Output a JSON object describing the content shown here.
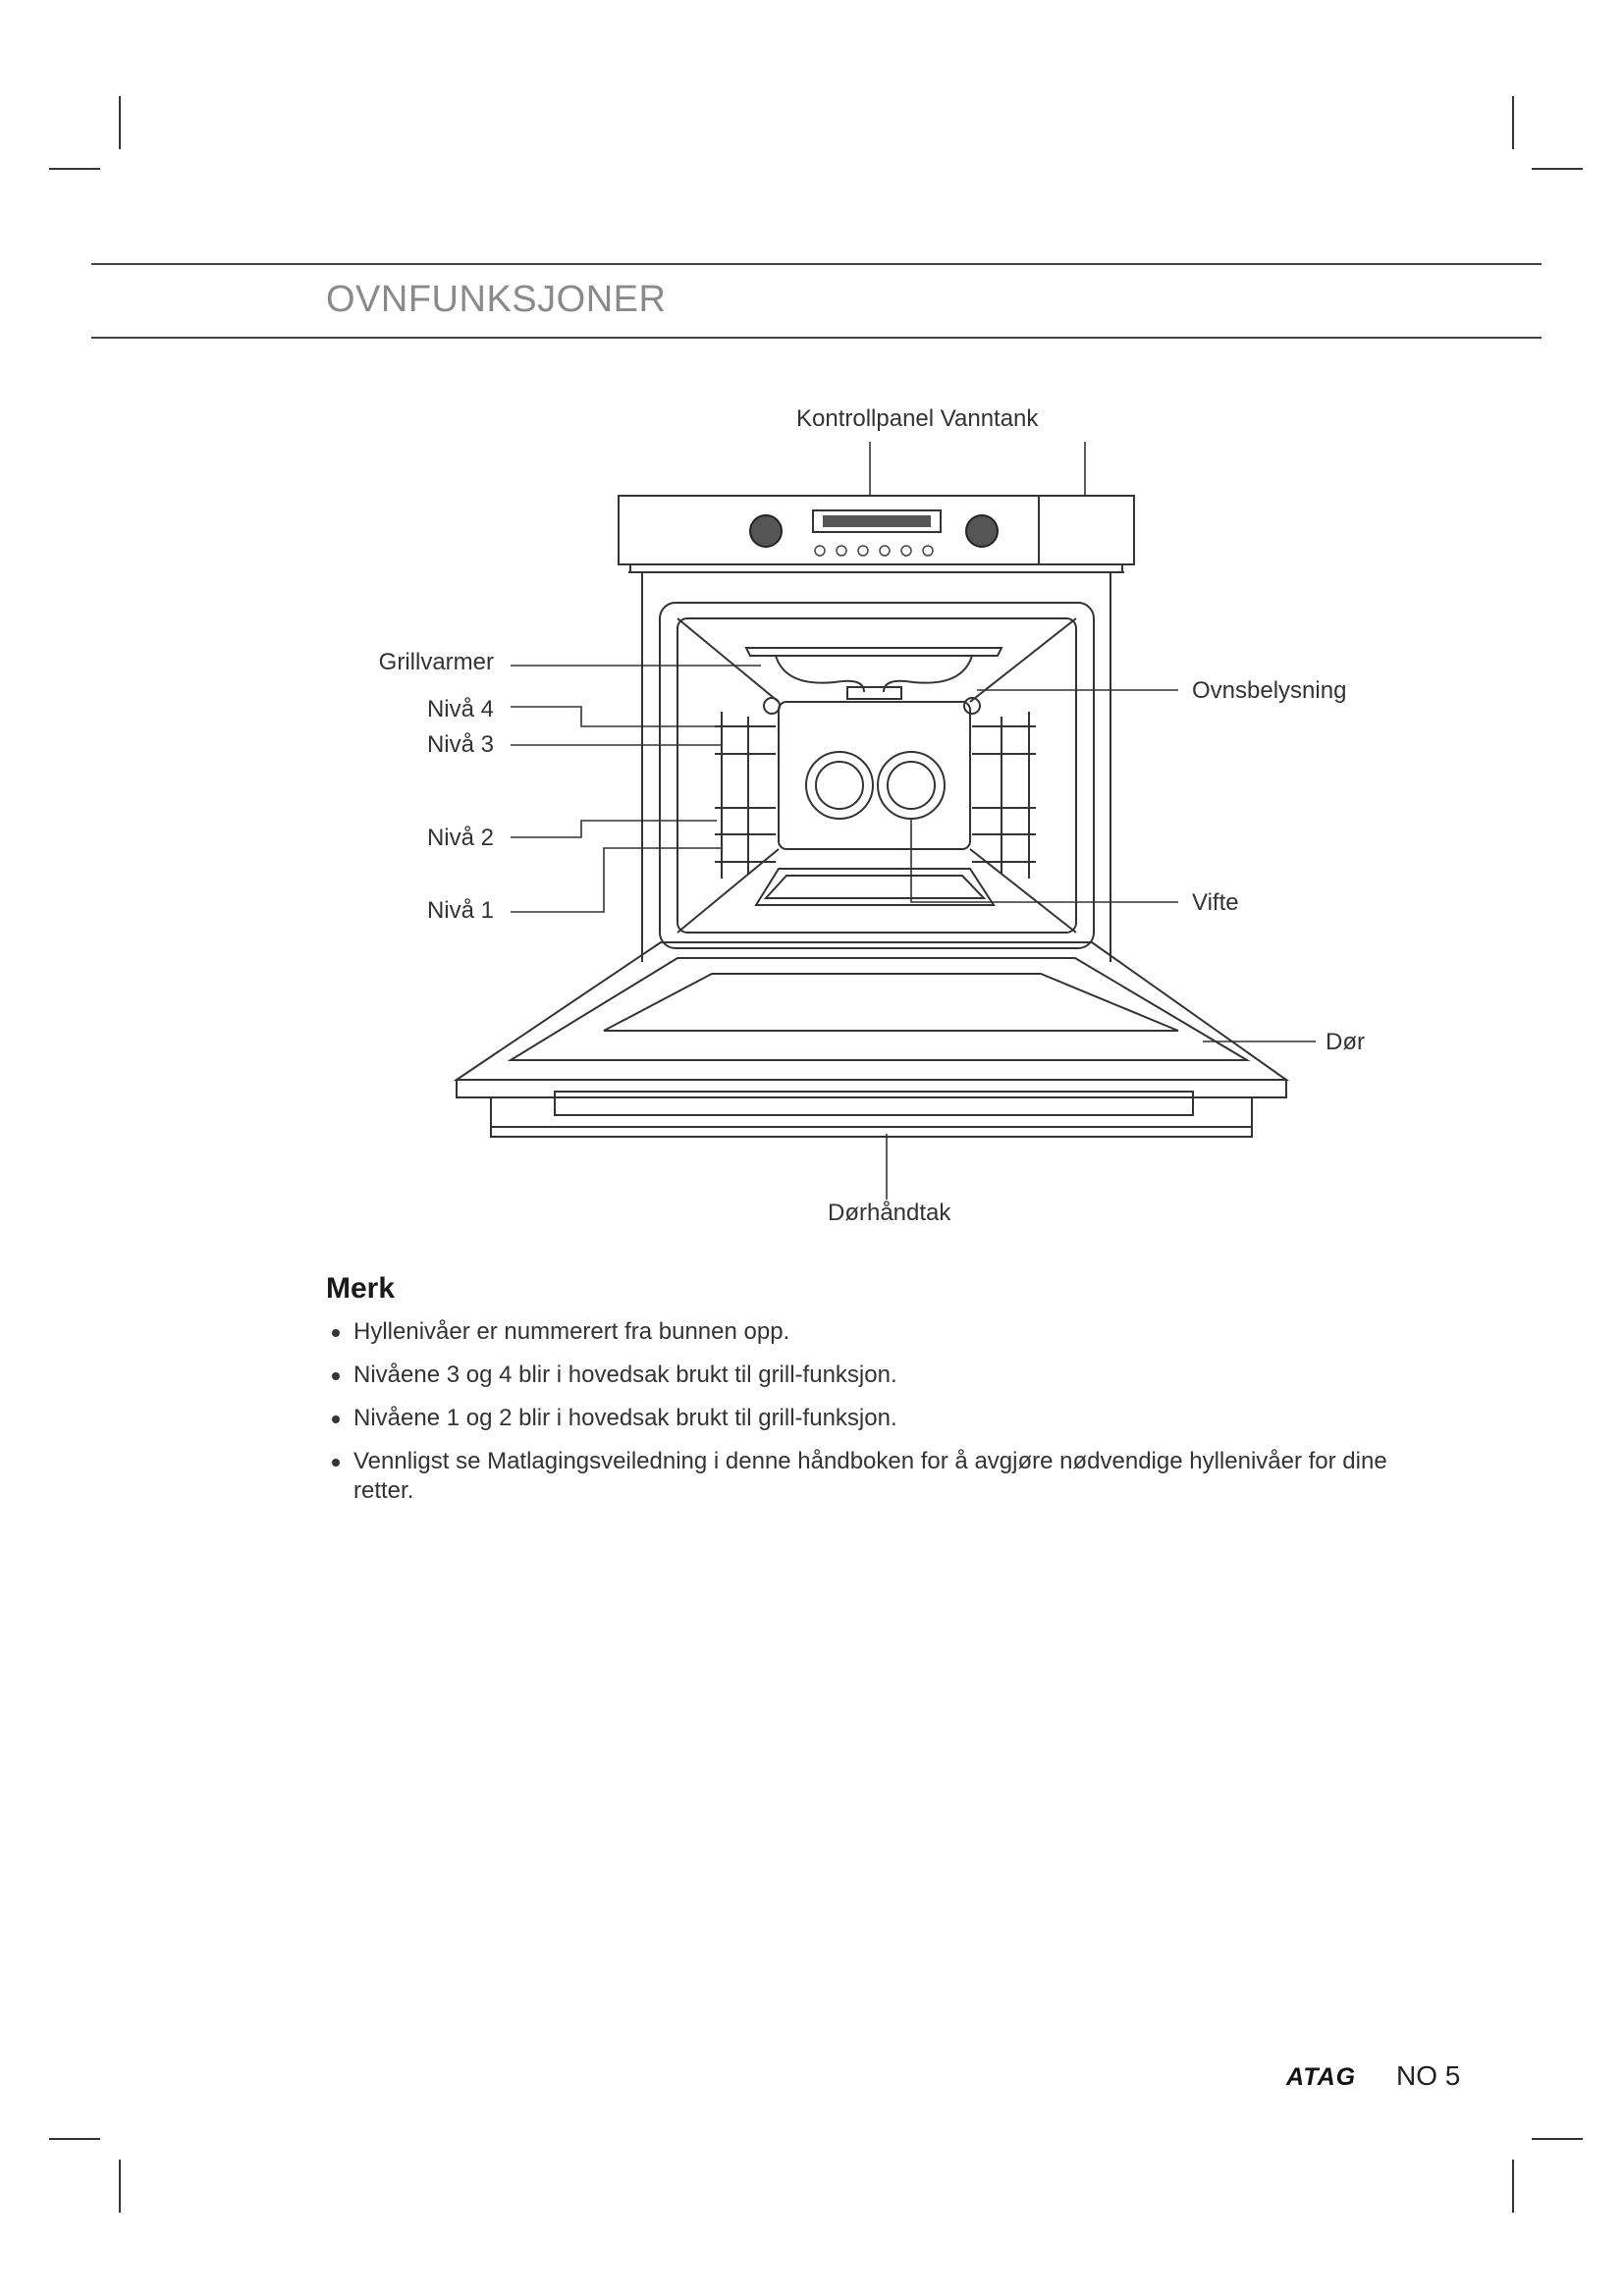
{
  "header": {
    "title": "OVNFUNKSJONER"
  },
  "diagram": {
    "labels": {
      "top": "Kontrollpanel Vanntank",
      "grill": "Grillvarmer",
      "level4": "Nivå 4",
      "level3": "Nivå 3",
      "level2": "Nivå 2",
      "level1": "Nivå 1",
      "light": "Ovnsbelysning",
      "fan": "Vifte",
      "door": "Dør",
      "handle": "Dørhåndtak"
    }
  },
  "note": {
    "title": "Merk",
    "items": [
      "Hyllenivåer er nummerert fra bunnen opp.",
      "Nivåene 3 og 4 blir i hovedsak brukt til grill-funksjon.",
      "Nivåene 1 og 2 blir i hovedsak brukt til grill-funksjon.",
      "Vennligst se Matlagingsveiledning i denne håndboken for å avgjøre nødvendige hyllenivåer for dine retter."
    ]
  },
  "footer": {
    "brand": "ATAG",
    "page": "NO 5"
  }
}
